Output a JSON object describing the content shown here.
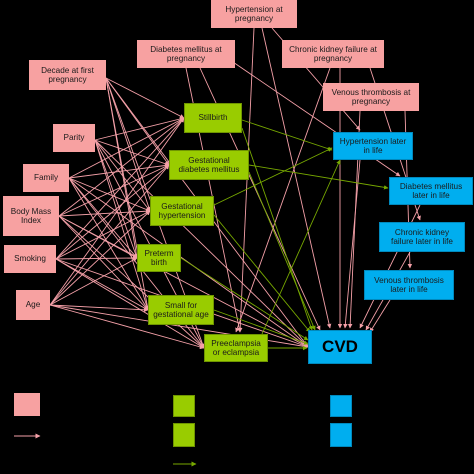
{
  "colors": {
    "maternal_factor": "#f7a1a1",
    "pregnancy_outcome": "#99cc00",
    "later_life": "#00aeef",
    "pink_arrow": "#f4a0a8",
    "green_arrow": "#77a800"
  },
  "nodes": {
    "hypertension_pregnancy": "Hypertension at pregnancy",
    "diabetes_pregnancy": "Diabetes mellitus at pregnancy",
    "ckd_pregnancy": "Chronic kidney failure at pregnancy",
    "venous_pregnancy": "Venous thrombosis at pregnancy",
    "decade": "Decade at first pregnancy",
    "parity": "Parity",
    "family": "Family",
    "bmi": "Body Mass Index",
    "smoking": "Smoking",
    "age": "Age",
    "stillbirth": "Stillbirth",
    "gest_diabetes": "Gestational diabetes mellitus",
    "gest_hypertension": "Gestational hypertension",
    "preterm": "Preterm birth",
    "small_ga": "Small for gestational age",
    "preeclampsia": "Preeclampsia or eclampsia",
    "hypertension_later": "Hypertension later in life",
    "diabetes_later": "Diabetes mellitus later in life",
    "ckd_later": "Chronic kidney failure later in life",
    "venous_later": "Venous thrombosis later in life",
    "cvd": "CVD"
  }
}
